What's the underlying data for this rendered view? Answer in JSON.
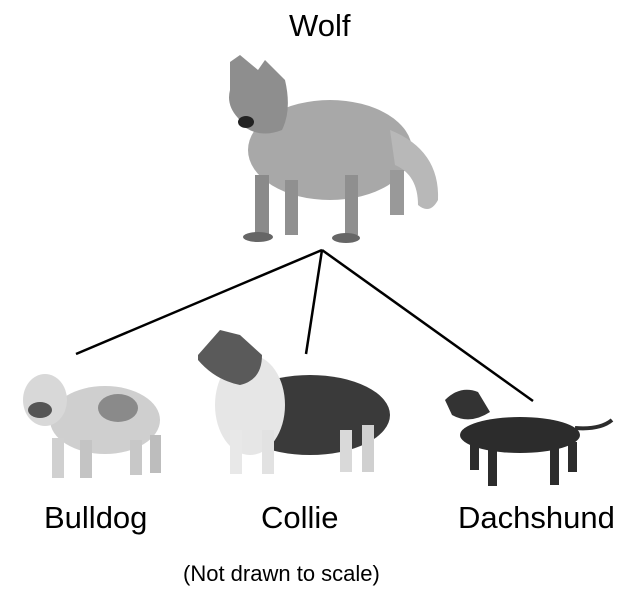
{
  "diagram": {
    "root": {
      "label": "Wolf",
      "icon": "wolf-illustration"
    },
    "children": [
      {
        "label": "Bulldog",
        "icon": "bulldog-illustration"
      },
      {
        "label": "Collie",
        "icon": "collie-illustration"
      },
      {
        "label": "Dachshund",
        "icon": "dachshund-illustration"
      }
    ],
    "note": "(Not drawn to scale)",
    "colors": {
      "line": "#000000",
      "text": "#000000"
    }
  }
}
